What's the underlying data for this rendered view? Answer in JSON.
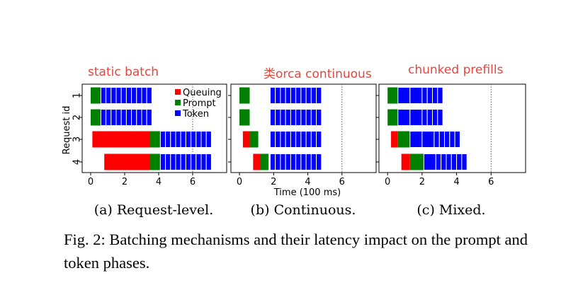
{
  "caption": "Fig. 2: Batching mechanisms and their latency impact on the prompt and token phases.",
  "ylabel": "Request id",
  "xlabel": "Time (100 ms)",
  "colors": {
    "queuing": "#ff0000",
    "prompt": "#008000",
    "token": "#0000ff",
    "annotation": "#e8453c"
  },
  "legend": {
    "placement": "top-right of panel (a)",
    "entries": [
      {
        "key": "queuing",
        "label": "Queuing"
      },
      {
        "key": "prompt",
        "label": "Prompt"
      },
      {
        "key": "token",
        "label": "Token"
      }
    ]
  },
  "chart_data": [
    {
      "type": "gantt",
      "panel": "a",
      "subcaption": "(a) Request-level.",
      "annotation": "static batch",
      "xlim": [
        -0.5,
        8
      ],
      "xticks": [
        0,
        2,
        4,
        6
      ],
      "yticks": [
        "1",
        "2",
        "3",
        "4"
      ],
      "grid": "dotted vertical line at x=6",
      "requests": [
        {
          "id": "1",
          "queuing": null,
          "prompt": [
            0.0,
            0.6
          ],
          "token_start": 0.6,
          "tokens": 10,
          "token_width": 0.3
        },
        {
          "id": "2",
          "queuing": null,
          "prompt": [
            0.0,
            0.6
          ],
          "token_start": 0.6,
          "tokens": 10,
          "token_width": 0.3
        },
        {
          "id": "3",
          "queuing": [
            0.1,
            3.5
          ],
          "prompt": [
            3.5,
            4.1
          ],
          "token_start": 4.1,
          "tokens": 10,
          "token_width": 0.3
        },
        {
          "id": "4",
          "queuing": [
            0.8,
            3.5
          ],
          "prompt": [
            3.5,
            4.1
          ],
          "token_start": 4.1,
          "tokens": 10,
          "token_width": 0.3
        }
      ]
    },
    {
      "type": "gantt",
      "panel": "b",
      "subcaption": "(b) Continuous.",
      "annotation": "类orca continuous",
      "xlim": [
        -0.5,
        8
      ],
      "xticks": [
        0,
        2,
        4,
        6
      ],
      "yticks": [
        "1",
        "2",
        "3",
        "4"
      ],
      "grid": "dotted vertical line at x=6",
      "requests": [
        {
          "id": "1",
          "queuing": null,
          "prompt": [
            0.0,
            0.6
          ],
          "token_start": 1.8,
          "tokens": 10,
          "token_width": 0.3
        },
        {
          "id": "2",
          "queuing": null,
          "prompt": [
            0.0,
            0.6
          ],
          "token_start": 1.8,
          "tokens": 10,
          "token_width": 0.3
        },
        {
          "id": "3",
          "queuing": [
            0.2,
            0.6
          ],
          "prompt": [
            0.6,
            1.1
          ],
          "token_start": 1.8,
          "tokens": 10,
          "token_width": 0.3
        },
        {
          "id": "4",
          "queuing": [
            0.8,
            1.2
          ],
          "prompt": [
            1.2,
            1.7
          ],
          "token_start": 1.8,
          "tokens": 10,
          "token_width": 0.3
        }
      ]
    },
    {
      "type": "gantt",
      "panel": "c",
      "subcaption": "(c) Mixed.",
      "annotation": "chunked prefills",
      "xlim": [
        -0.5,
        8
      ],
      "xticks": [
        0,
        2,
        4,
        6
      ],
      "yticks": [
        "1",
        "2",
        "3",
        "4"
      ],
      "grid": "dotted vertical line at x=6",
      "requests": [
        {
          "id": "1",
          "queuing": null,
          "prompt": [
            0.0,
            0.6
          ],
          "token_start": 0.6,
          "tokens": 6,
          "token_widths": [
            0.7,
            0.7,
            0.3,
            0.3,
            0.3,
            0.3
          ]
        },
        {
          "id": "2",
          "queuing": null,
          "prompt": [
            0.0,
            0.6
          ],
          "token_start": 0.6,
          "tokens": 6,
          "token_widths": [
            0.7,
            0.7,
            0.3,
            0.3,
            0.3,
            0.3
          ]
        },
        {
          "id": "3",
          "queuing": [
            0.2,
            0.6
          ],
          "prompt": [
            0.6,
            1.3
          ],
          "token_start": 1.3,
          "tokens": 7,
          "token_widths": [
            0.7,
            0.7,
            0.3,
            0.3,
            0.3,
            0.3,
            0.3
          ]
        },
        {
          "id": "4",
          "queuing": [
            0.8,
            1.3
          ],
          "prompt": [
            1.3,
            2.1
          ],
          "token_start": 2.1,
          "tokens": 7,
          "token_widths": [
            0.7,
            0.3,
            0.3,
            0.3,
            0.3,
            0.3,
            0.3
          ]
        }
      ]
    }
  ]
}
